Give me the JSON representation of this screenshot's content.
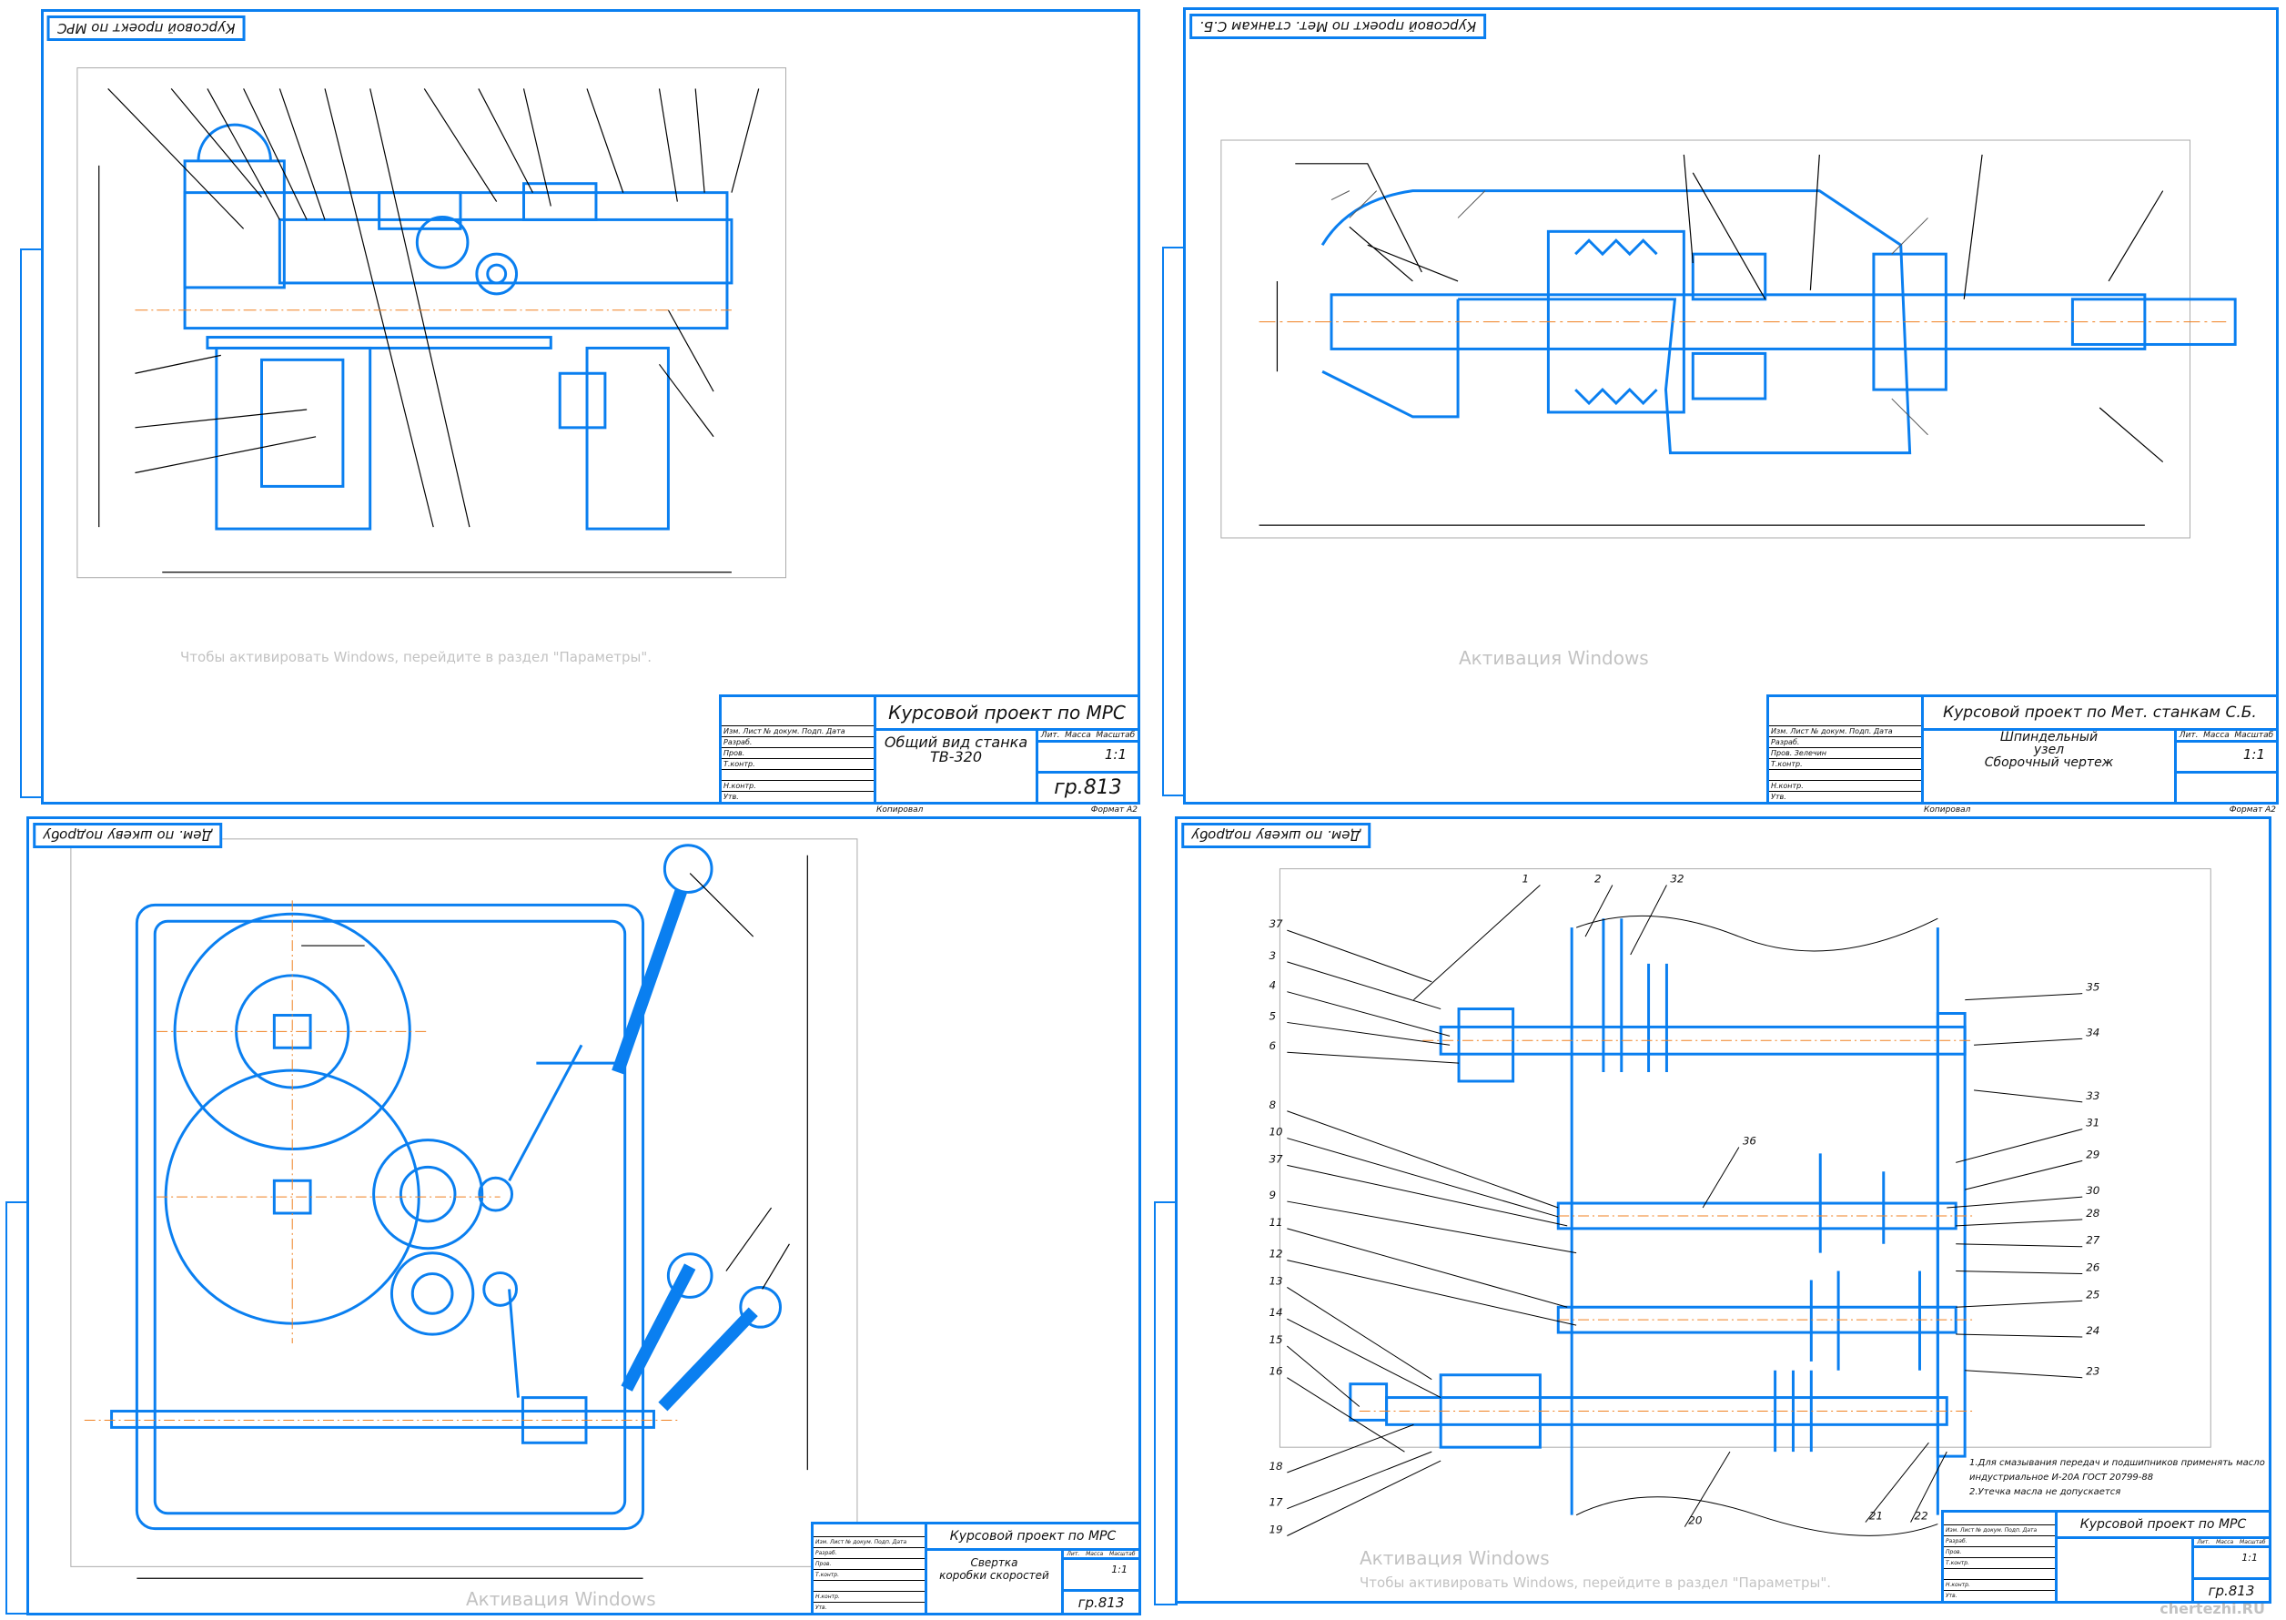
{
  "colors": {
    "frame": "#0a7ff0",
    "axis": "#f08020",
    "line": "#000000"
  },
  "sheets": [
    {
      "stamp": "Курсовой проект по МРС",
      "title": "Курсовой проект по МРС",
      "name_lines": [
        "Общий вид станка",
        "ТВ-320"
      ],
      "scale": "1:1",
      "group": "гр.813",
      "meta": [
        "Лит.",
        "Масса",
        "Масштаб"
      ],
      "left_rows": [
        "Изм. Лист  № докум.  Подп. Дата",
        "Разраб.",
        "Пров.",
        "Т.контр.",
        "",
        "Н.контр.",
        "Утв."
      ],
      "footer": [
        "Копировал",
        "Формат А2"
      ]
    },
    {
      "stamp": "Курсовой проект по Мет. станкам С.Б.",
      "title": "Курсовой проект по Мет. станкам С.Б.",
      "name_lines": [
        "Шпиндельный",
        "узел",
        "Сборочный чертеж"
      ],
      "scale": "1:1",
      "group": "",
      "meta": [
        "Лит.",
        "Масса",
        "Масштаб"
      ],
      "left_rows": [
        "Изм. Лист  № докум.  Подп. Дата",
        "Разраб.",
        "Пров.  Зелечин",
        "Т.контр.",
        "",
        "Н.контр.",
        "Утв."
      ],
      "footer": [
        "Копировал",
        "Формат А2"
      ]
    },
    {
      "stamp": "Дем. по шкеву подробу",
      "title": "Курсовой проект по МРС",
      "name_lines": [
        "Свертка",
        "коробки скоростей"
      ],
      "scale": "1:1",
      "group": "гр.813",
      "meta": [
        "Лит.",
        "Масса",
        "Масштаб"
      ],
      "left_rows": [
        "Изм. Лист  № докум.  Подп. Дата",
        "Разраб.",
        "Пров.",
        "Т.контр.",
        "",
        "Н.контр.",
        "Утв."
      ],
      "footer": [
        "Копировал",
        "Формат А2"
      ]
    },
    {
      "stamp": "Дем. по шкеву подробу",
      "title": "Курсовой проект по МРС",
      "name_lines": [
        ""
      ],
      "scale": "1:1",
      "group": "гр.813",
      "meta": [
        "Лит.",
        "Масса",
        "Масштаб"
      ],
      "left_rows": [
        "Изм. Лист  № докум.  Подп. Дата",
        "Разраб.",
        "Пров.",
        "Т.контр.",
        "",
        "Н.контр.",
        "Утв."
      ],
      "footer": [
        "Копировал",
        "Формат А2"
      ]
    }
  ],
  "notes": [
    "1.Для смазывания передач и подшипников применять масло",
    "индустриальное И-20А ГОСТ 20799-88",
    "2.Утечка масла не допускается"
  ],
  "part_numbers": [
    "1",
    "2",
    "32",
    "37",
    "3",
    "4",
    "5",
    "6",
    "8",
    "10",
    "37",
    "9",
    "11",
    "12",
    "13",
    "14",
    "15",
    "16",
    "18",
    "17",
    "19",
    "35",
    "34",
    "33",
    "31",
    "29",
    "30",
    "28",
    "27",
    "26",
    "25",
    "24",
    "23",
    "36",
    "20",
    "21",
    "22"
  ],
  "watermarks": {
    "title": "Активация Windows",
    "subtitle": "Чтобы активировать Windows, перейдите в раздел \"Параметры\".",
    "site": "chertezhi.RU"
  }
}
